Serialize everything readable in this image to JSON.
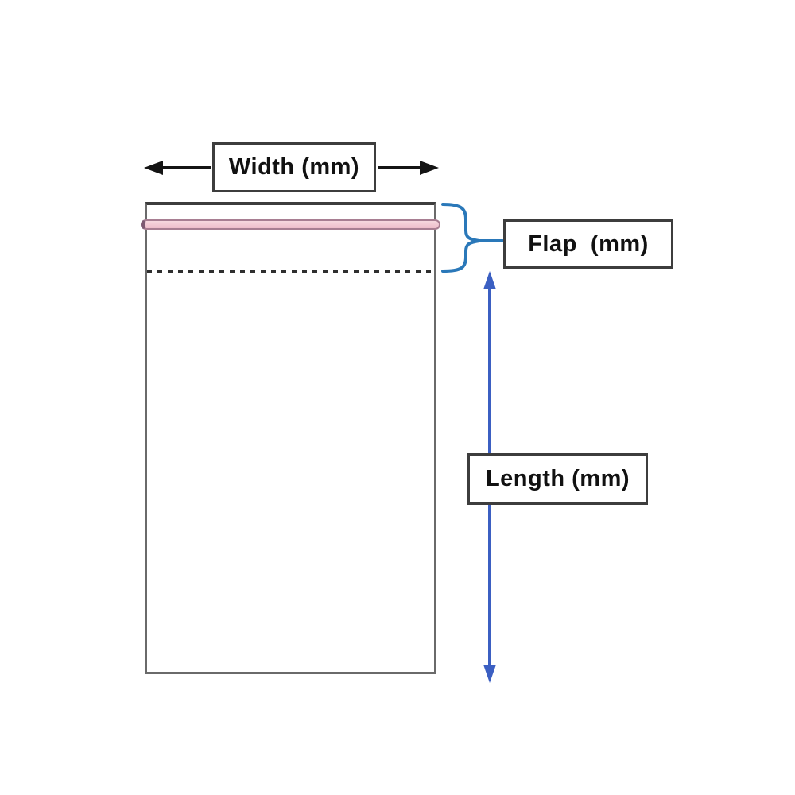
{
  "diagram": {
    "type": "bag-dimension-diagram",
    "labels": {
      "width": "Width (mm)",
      "flap": "Flap  (mm)",
      "length": "Length (mm)"
    },
    "icons": {
      "width_arrow": "double-headed-horizontal-arrow",
      "flap_brace": "right-curly-brace",
      "length_arrow": "double-headed-vertical-arrow",
      "adhesive_strip": "pink-rounded-bar",
      "fold_line": "horizontal-dotted-line"
    },
    "colors": {
      "background": "#ffffff",
      "bag_outline": "#6a6a6a",
      "bag_top_edge": "#3d3d3d",
      "width_arrow": "#141414",
      "flap_brace": "#2a78b9",
      "length_arrow": "#3b5fc2",
      "adhesive_strip_fill": "#eebcca",
      "adhesive_strip_border": "#a87e92",
      "fold_dots": "#2e2e2e",
      "label_text": "#111111",
      "label_box_border": "#3d3d3d"
    }
  }
}
